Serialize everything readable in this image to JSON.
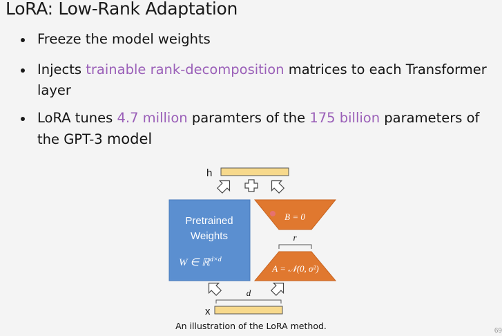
{
  "slide": {
    "title": "LoRA: Low-Rank Adaptation",
    "bullets": [
      {
        "parts": [
          "Freeze the model weights"
        ]
      },
      {
        "pre": "Injects ",
        "highlight": "trainable rank-decomposition",
        "post": " matrices to each Transformer layer"
      },
      {
        "pre": "LoRA tunes ",
        "highlight1": "4.7 million",
        "mid": " paramters of the ",
        "highlight2": "175 billion",
        "post": " parameters of the GPT-3 ",
        "end": "model"
      }
    ],
    "page_number": "69"
  },
  "figure": {
    "h_label": "h",
    "x_label": "x",
    "pretrained_line1": "Pretrained",
    "pretrained_line2": "Weights",
    "w_formula": "W ∈ ℝ",
    "w_exponent": "d×d",
    "b_formula": "B = 0",
    "a_formula": "A = 𝒩(0, σ²)",
    "r_label": "r",
    "d_label": "d",
    "plus_symbol": "+",
    "caption": "An illustration of the LoRA method.",
    "colors": {
      "pretrained": "#5b8fd0",
      "pretrained_border": "#4a7bbd",
      "trapezoid": "#e0782f",
      "trapezoid_border": "#c86420",
      "vector": "#f7d98c",
      "vector_border": "#555555",
      "highlight_text": "#9a5fb8"
    }
  }
}
